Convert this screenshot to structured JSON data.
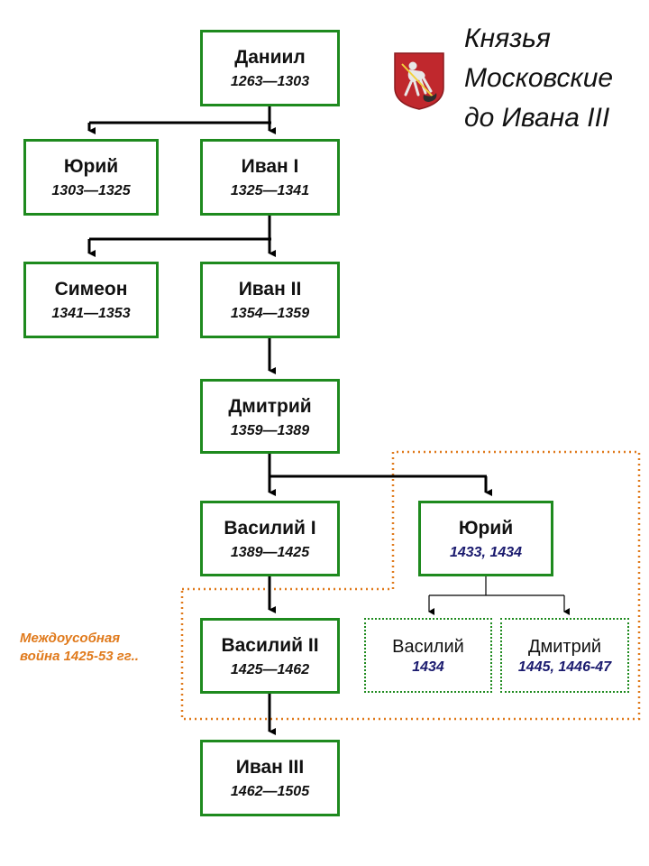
{
  "title": {
    "line1": "Князья",
    "line2": "Московские",
    "line3": "до Ивана III"
  },
  "emblem": {
    "icon": "moscow-coat-of-arms-icon",
    "color": "#c0282d"
  },
  "war_label": {
    "line1": "Междоусобная",
    "line2": "война 1425-53 гг.."
  },
  "colors": {
    "box_border": "#1e8a1e",
    "connector": "#000000",
    "war_frame": "#e07a1c",
    "claimant_years": "#1a1a6e"
  },
  "princes": {
    "daniil": {
      "name": "Даниил",
      "years": "1263—1303"
    },
    "yuri1": {
      "name": "Юрий",
      "years": "1303—1325"
    },
    "ivan1": {
      "name": "Иван I",
      "years": "1325—1341"
    },
    "simeon": {
      "name": "Симеон",
      "years": "1341—1353"
    },
    "ivan2": {
      "name": "Иван II",
      "years": "1354—1359"
    },
    "dmitry": {
      "name": "Дмитрий",
      "years": "1359—1389"
    },
    "vasily1": {
      "name": "Василий I",
      "years": "1389—1425"
    },
    "yuri2": {
      "name": "Юрий",
      "years": "1433, 1434"
    },
    "vasily2": {
      "name": "Василий II",
      "years": "1425—1462"
    },
    "vasily_k": {
      "name": "Василий",
      "years": "1434"
    },
    "dmitry_s": {
      "name": "Дмитрий",
      "years": "1445, 1446-47"
    },
    "ivan3": {
      "name": "Иван III",
      "years": "1462—1505"
    }
  }
}
